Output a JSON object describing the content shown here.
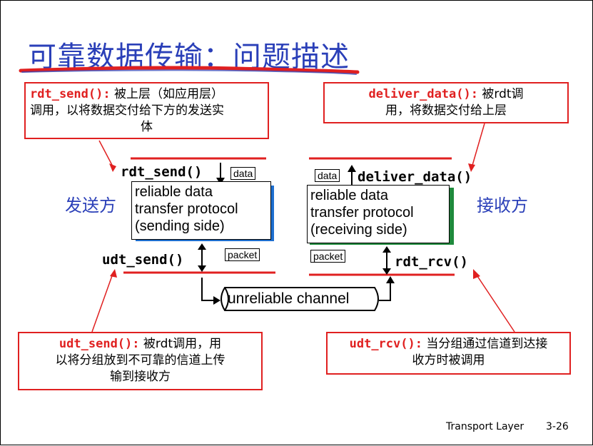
{
  "title": "可靠数据传输：问题描述",
  "callouts": {
    "rdt_send": {
      "func": "rdt_send():",
      "text_line1": " 被上层（如应用层）",
      "text_line2": "调用，以将数据交付给下方的发送实",
      "text_line3": "体"
    },
    "deliver_data": {
      "func": "deliver_data():",
      "text_line1": " 被rdt调",
      "text_line2": "用，将数据交付给上层"
    },
    "udt_send": {
      "func": "udt_send():",
      "text_line1": " 被rdt调用，用",
      "text_line2": "以将分组放到不可靠的信道上传",
      "text_line3": "输到接收方"
    },
    "udt_rcv": {
      "func": "udt_rcv():",
      "text_line1": " 当分组通过信道到达接",
      "text_line2": "收方时被调用"
    }
  },
  "sender": {
    "label": "发送方",
    "top_call": "rdt_send()",
    "top_tag": "data",
    "box_lines": [
      "reliable data",
      "transfer protocol",
      "(sending side)"
    ],
    "bottom_call": "udt_send()",
    "bottom_tag": "packet"
  },
  "receiver": {
    "label": "接收方",
    "top_call": "deliver_data()",
    "top_tag": "data",
    "box_lines": [
      "reliable data",
      "transfer protocol",
      "(receiving side)"
    ],
    "bottom_call": "rdt_rcv()",
    "bottom_tag": "packet"
  },
  "channel": "unreliable channel",
  "footer": {
    "section": "Transport Layer",
    "page": "3-26"
  },
  "colors": {
    "title": "#2a3fb8",
    "callout_border": "#e02020",
    "sender_accent": "#1e6fd0",
    "receiver_accent": "#1f8a3c",
    "layer_line": "#e02020"
  }
}
